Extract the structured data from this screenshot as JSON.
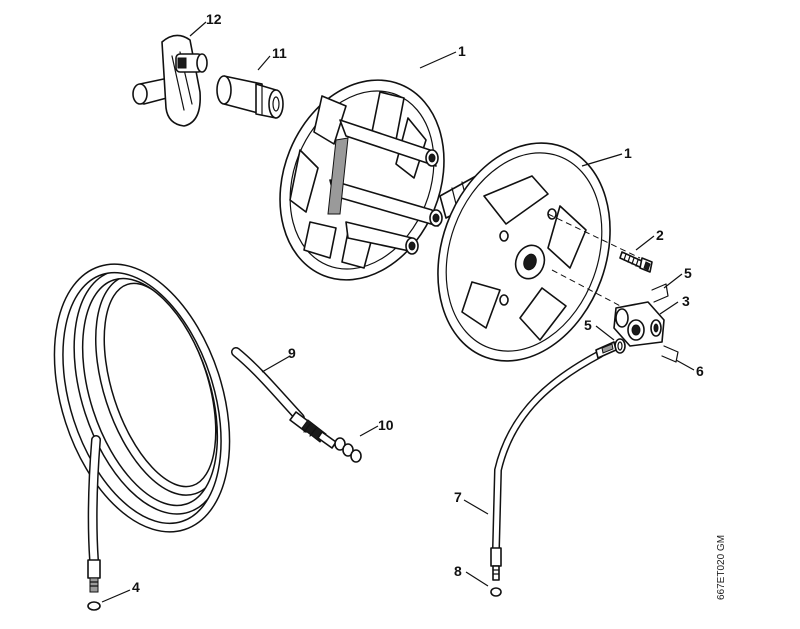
{
  "diagram": {
    "image_code": "667ET020 GM",
    "callouts": [
      {
        "id": "1a",
        "text": "1"
      },
      {
        "id": "1b",
        "text": "1"
      },
      {
        "id": "2",
        "text": "2"
      },
      {
        "id": "3",
        "text": "3"
      },
      {
        "id": "4",
        "text": "4"
      },
      {
        "id": "5a",
        "text": "5"
      },
      {
        "id": "5b",
        "text": "5"
      },
      {
        "id": "6",
        "text": "6"
      },
      {
        "id": "7",
        "text": "7"
      },
      {
        "id": "8",
        "text": "8"
      },
      {
        "id": "9",
        "text": "9"
      },
      {
        "id": "10",
        "text": "10"
      },
      {
        "id": "11",
        "text": "11"
      },
      {
        "id": "12",
        "text": "12"
      }
    ]
  }
}
